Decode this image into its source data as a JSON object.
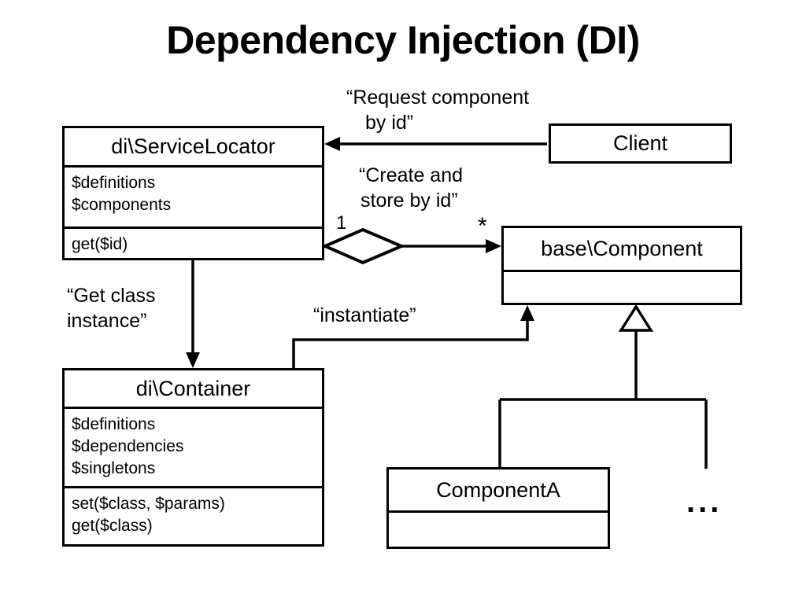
{
  "diagram": {
    "title": "Dependency Injection (DI)",
    "type": "uml-class-diagram"
  },
  "classes": {
    "service_locator": {
      "name": "di\\ServiceLocator",
      "attributes": [
        "$definitions",
        "$components"
      ],
      "methods": [
        "get($id)"
      ]
    },
    "container": {
      "name": "di\\Container",
      "attributes": [
        "$definitions",
        "$dependencies",
        "$singletons"
      ],
      "methods": [
        "set($class, $params)",
        "get($class)"
      ]
    },
    "client": {
      "name": "Client"
    },
    "base_component": {
      "name": "base\\Component",
      "body": ""
    },
    "component_a": {
      "name": "ComponentA",
      "body": ""
    },
    "more_components": {
      "label": "..."
    }
  },
  "edges": {
    "request_component": {
      "label_line1": "“Request component",
      "label_line2": "by id”",
      "from": "Client",
      "to": "di\\ServiceLocator"
    },
    "create_and_store": {
      "label_line1": "“Create and",
      "label_line2": "store by id”",
      "multiplicity_source": "1",
      "multiplicity_target": "*",
      "from": "di\\ServiceLocator",
      "to": "base\\Component"
    },
    "get_class_instance": {
      "label_line1": "“Get class",
      "label_line2": "instance”",
      "from": "di\\ServiceLocator",
      "to": "di\\Container"
    },
    "instantiate": {
      "label": "“instantiate”",
      "from": "di\\Container",
      "to": "base\\Component"
    },
    "inheritance": {
      "from": "ComponentA",
      "to": "base\\Component"
    }
  },
  "colors": {
    "stroke": "#000000",
    "background": "#ffffff"
  }
}
